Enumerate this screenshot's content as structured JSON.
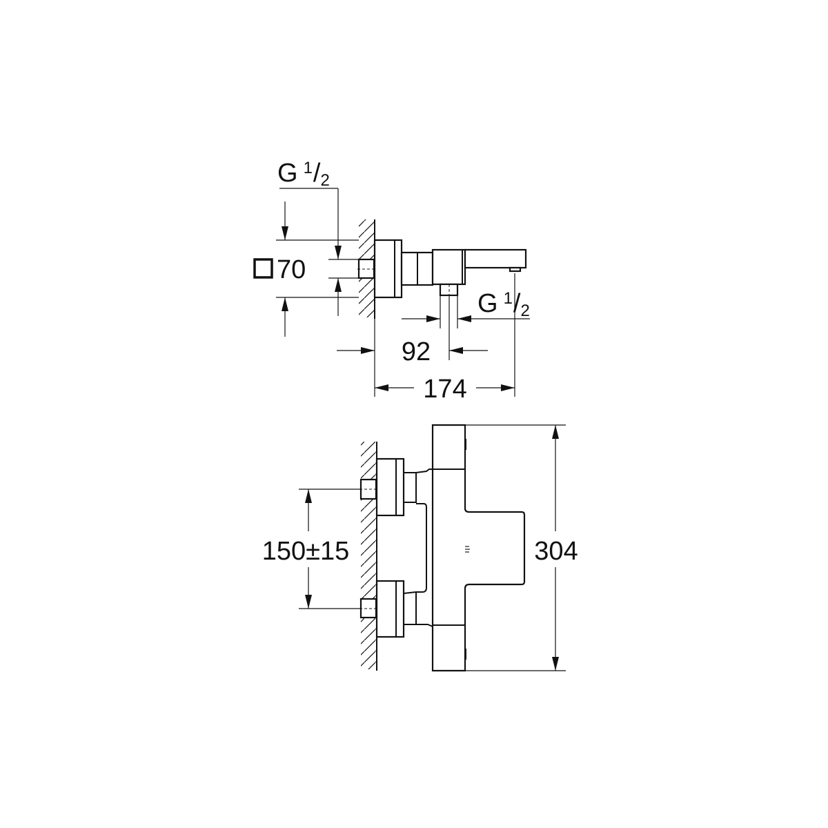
{
  "drawing": {
    "side_view": {
      "inlet_thread": {
        "label": "G",
        "num": "1",
        "sep": "/",
        "den": "2"
      },
      "escutcheon_size": "70",
      "outlet_thread": {
        "label": "G",
        "num": "1",
        "sep": "/",
        "den": "2"
      },
      "outlet_offset": "92",
      "total_projection": "174"
    },
    "front_view": {
      "inlet_spacing": "150±15",
      "total_height": "304"
    },
    "colors": {
      "line": "#111111",
      "background": "#ffffff"
    }
  }
}
